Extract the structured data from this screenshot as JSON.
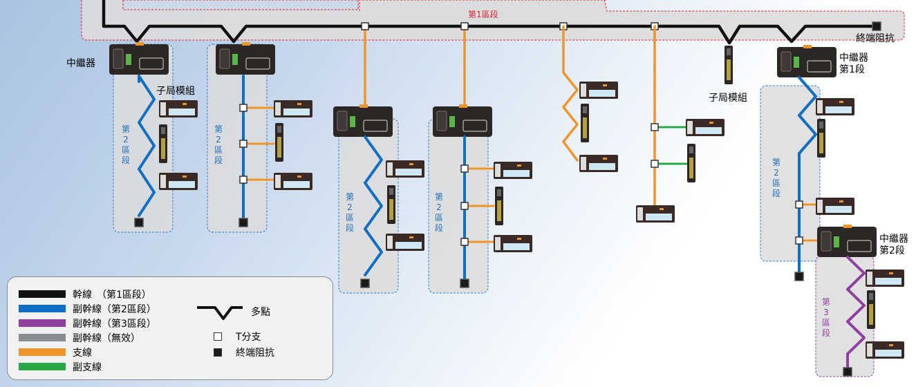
{
  "labels": {
    "segment1": "第1區段",
    "terminator_top": "終端阻抗",
    "repeater_left": "中繼器",
    "slave_module_1": "子局模組",
    "slave_module_2": "子局模組",
    "repeater_seg1_a": "中繼器",
    "repeater_seg1_b": "第1段",
    "repeater_seg2_a": "中繼器",
    "repeater_seg2_b": "第2段",
    "seg2_v1": "第2區段",
    "seg2_v2": "第2區段",
    "seg2_v3": "第2區段",
    "seg2_v4": "第2區段",
    "seg2_v5": "第2區段",
    "seg3_v": "第3區段"
  },
  "legend": {
    "items": [
      {
        "label": "幹線　（第1區段）",
        "color": "#111111"
      },
      {
        "label": "副幹線（第2區段）",
        "color": "#0f6fc6"
      },
      {
        "label": "副幹線（第3區段）",
        "color": "#8e3fa0"
      },
      {
        "label": "副幹線（無效）",
        "color": "#8a8d90"
      },
      {
        "label": "支線",
        "color": "#f0952a"
      },
      {
        "label": "副支線",
        "color": "#29a846"
      }
    ],
    "multidrop": "多點",
    "t_branch": "T分支",
    "terminator": "終端阻抗"
  },
  "colors": {
    "trunk": "#111111",
    "sub_trunk_2": "#0f6fc6",
    "sub_trunk_3": "#8e3fa0",
    "branch": "#f0952a",
    "sub_branch": "#29a846",
    "segment_region": "#dcdcdc",
    "segment_border_red": "#e02030",
    "segment_border_blue": "#2a7fd0"
  }
}
